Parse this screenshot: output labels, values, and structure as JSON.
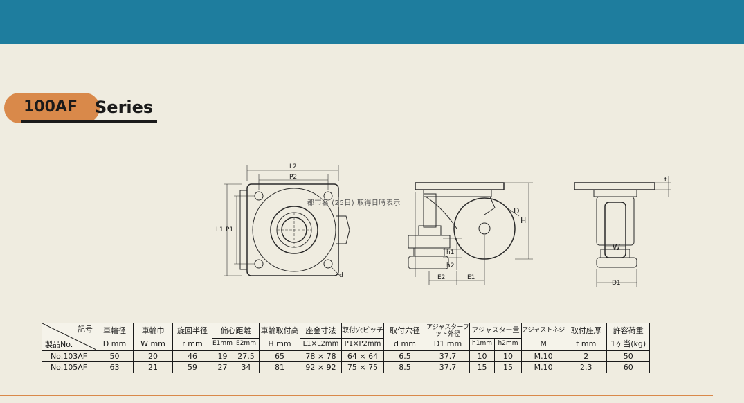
{
  "series": {
    "number": "100AF",
    "word": "Series"
  },
  "colors": {
    "band": "#1e7d9e",
    "pill": "#d9894a",
    "background": "#efece0"
  },
  "drawing_labels": {
    "l2": "L2",
    "p2": "P2",
    "l1": "L1",
    "p1": "P1",
    "d_small": "d",
    "D": "D",
    "H": "H",
    "h1": "h1",
    "h2": "h2",
    "E2": "E2",
    "E1": "E1",
    "t": "t",
    "W": "W",
    "D1": "D1"
  },
  "overlay_text": "都市名 (25日) 取得日時表示",
  "table": {
    "corner_top": "記号",
    "corner_bottom": "製品No.",
    "headers": [
      {
        "jp": "車輪径",
        "sub": [
          "D mm"
        ]
      },
      {
        "jp": "車輪巾",
        "sub": [
          "W mm"
        ]
      },
      {
        "jp": "旋回半径",
        "sub": [
          "r mm"
        ]
      },
      {
        "jp": "偏心距離",
        "sub": [
          "E1mm",
          "E2mm"
        ]
      },
      {
        "jp": "車輪取付高",
        "sub": [
          "H mm"
        ]
      },
      {
        "jp": "座金寸法",
        "sub": [
          "L1×L2mm"
        ]
      },
      {
        "jp": "取付穴ピッチ",
        "sub": [
          "P1×P2mm"
        ]
      },
      {
        "jp": "取付穴径",
        "sub": [
          "d mm"
        ]
      },
      {
        "jp": "アジャスターフット外径",
        "sub": [
          "D1 mm"
        ]
      },
      {
        "jp": "アジャスター量",
        "sub": [
          "h1mm",
          "h2mm"
        ]
      },
      {
        "jp": "アジャストネジ",
        "sub": [
          "M"
        ]
      },
      {
        "jp": "取付座厚",
        "sub": [
          "t mm"
        ]
      },
      {
        "jp": "許容荷重",
        "sub": [
          "1ヶ当(kg)"
        ]
      }
    ],
    "rows": [
      {
        "no": "No.103AF",
        "cells": [
          "50",
          "20",
          "46",
          "19",
          "27.5",
          "65",
          "78 × 78",
          "64 × 64",
          "6.5",
          "37.7",
          "10",
          "10",
          "M.10",
          "2",
          "50"
        ]
      },
      {
        "no": "No.105AF",
        "cells": [
          "63",
          "21",
          "59",
          "27",
          "34",
          "81",
          "92 × 92",
          "75 × 75",
          "8.5",
          "37.7",
          "15",
          "15",
          "M.10",
          "2.3",
          "60"
        ]
      }
    ]
  }
}
